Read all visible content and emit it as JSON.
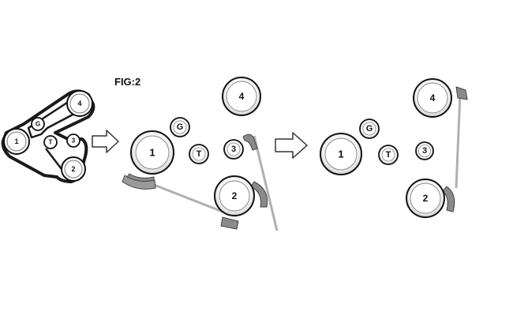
{
  "figure": {
    "title": "FIG:2"
  },
  "overview": {
    "pulleys": {
      "p1": "1",
      "p2": "2",
      "p3": "3",
      "p4": "4",
      "g": "G",
      "t": "T"
    }
  },
  "step_remove": {
    "pulleys": {
      "p1": "1",
      "p2": "2",
      "p3": "3",
      "p4": "4",
      "g": "G",
      "t": "T"
    }
  },
  "step_install": {
    "pulleys": {
      "p1": "1",
      "p2": "2",
      "p3": "3",
      "p4": "4",
      "g": "G",
      "t": "T"
    }
  },
  "colors": {
    "outline": "#111111",
    "belt": "#1a1a1a",
    "belt_segment": "#b0b0b0",
    "tool_gray": "#8a8a8a",
    "background": "#ffffff"
  },
  "icons": [
    "arrow-right-icon"
  ]
}
